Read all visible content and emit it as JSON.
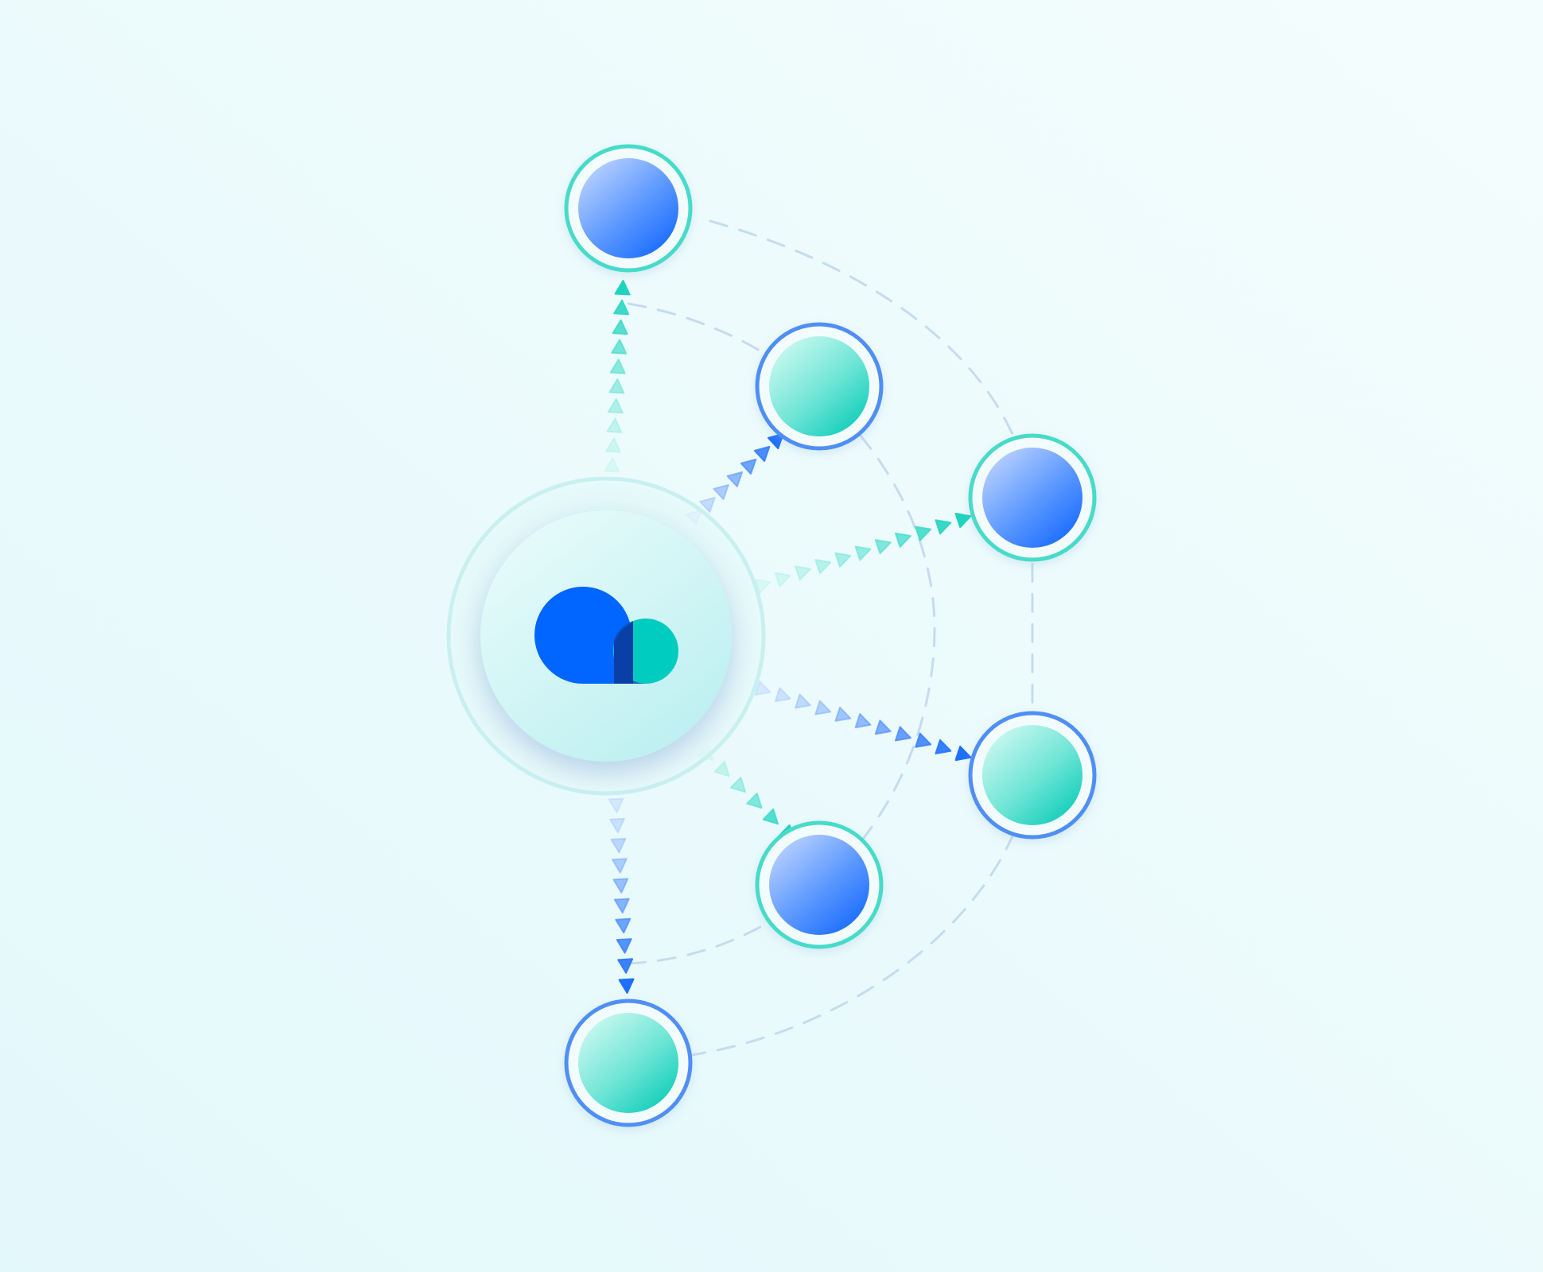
{
  "diagram": {
    "type": "hub-and-spoke",
    "colors": {
      "background_start": "#e3f8fb",
      "background_end": "#f2fcfd",
      "blue": "#1e6fff",
      "blue_light": "#a9c8ff",
      "teal": "#1ed3c0",
      "teal_light": "#b4f4ea",
      "connector": "#c5dcef"
    },
    "hub": {
      "name": "hub",
      "icon": "cloud-logo-icon",
      "logo_colors": {
        "primary": "#0066ff",
        "secondary": "#00cdbf",
        "overlap": "#0a44b8"
      }
    },
    "nodes": [
      {
        "id": "node-top",
        "fill": "blue",
        "ring": "teal"
      },
      {
        "id": "node-upper-inner",
        "fill": "teal",
        "ring": "blue"
      },
      {
        "id": "node-upper-right",
        "fill": "blue",
        "ring": "teal"
      },
      {
        "id": "node-lower-right",
        "fill": "teal",
        "ring": "blue"
      },
      {
        "id": "node-lower-inner",
        "fill": "blue",
        "ring": "teal"
      },
      {
        "id": "node-bottom",
        "fill": "teal",
        "ring": "blue"
      }
    ],
    "flows": [
      {
        "id": "flow-to-top",
        "target": "node-top",
        "color": "teal"
      },
      {
        "id": "flow-to-upper-inner",
        "target": "node-upper-inner",
        "color": "blue"
      },
      {
        "id": "flow-to-upper-right",
        "target": "node-upper-right",
        "color": "teal"
      },
      {
        "id": "flow-to-lower-right",
        "target": "node-lower-right",
        "color": "blue"
      },
      {
        "id": "flow-to-lower-inner",
        "target": "node-lower-inner",
        "color": "teal"
      },
      {
        "id": "flow-to-bottom",
        "target": "node-bottom",
        "color": "blue"
      }
    ],
    "arcs": [
      {
        "id": "arc-outer",
        "through": [
          "node-top",
          "node-upper-right",
          "node-lower-right",
          "node-bottom"
        ]
      },
      {
        "id": "arc-inner",
        "through": [
          "node-top",
          "node-upper-inner",
          "node-lower-inner",
          "node-bottom"
        ]
      }
    ]
  }
}
